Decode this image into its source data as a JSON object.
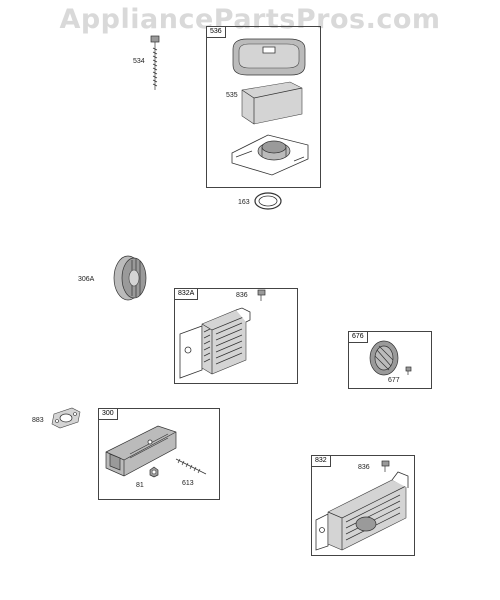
{
  "watermark": "AppliancePartsPros.com",
  "callouts": {
    "p534": "534",
    "p536": "536",
    "p535": "535",
    "p163": "163",
    "p306a": "306A",
    "p832a": "832A",
    "p836a": "836",
    "p676": "676",
    "p677": "677",
    "p883": "883",
    "p300": "300",
    "p81": "81",
    "p613": "613",
    "p832": "832",
    "p836b": "836"
  }
}
